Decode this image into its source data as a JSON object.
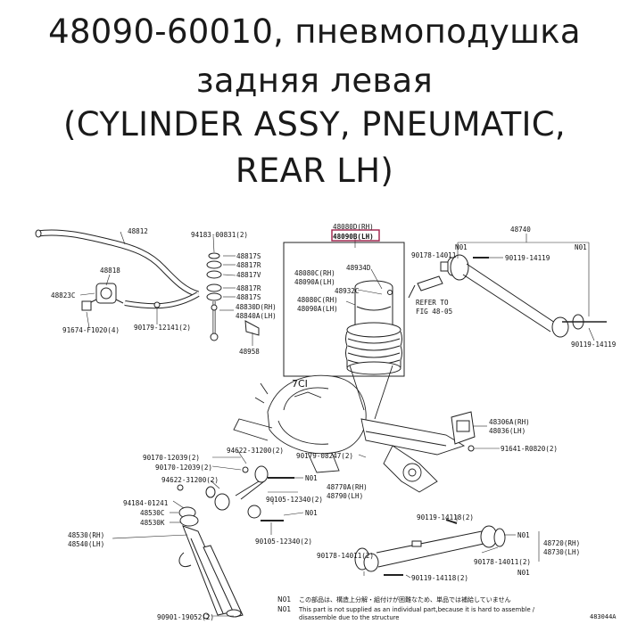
{
  "title": {
    "line1": "48090-60010, пневмоподушка",
    "line2": "задняя левая",
    "line3": "(CYLINDER ASSY, PNEUMATIC,",
    "line4": "REAR LH)"
  },
  "accent_color": "#a0204a",
  "labels": {
    "p48812": "48812",
    "p94183": "94183-00831(2)",
    "p48817S": "48817S",
    "p48817R": "48817R",
    "p48817V": "48817V",
    "p48817R2": "48817R",
    "p48817S2": "48817S",
    "p48830D": "48830D(RH)",
    "p48840A": "48840A(LH)",
    "p48958": "48958",
    "p48818": "48818",
    "p48823C": "48823C",
    "p91674": "91674-F1020(4)",
    "p90179a": "90179-12141(2)",
    "p48080D": "48080D(RH)",
    "p48090B": "48090B(LH)",
    "p48934D": "48934D",
    "p48080Ca": "48080C(RH)",
    "p48090Aa": "48090A(LH)",
    "p48932C": "48932C",
    "p48080Cb": "48080C(RH)",
    "p48090Ab": "48090A(LH)",
    "p48740": "48740",
    "pN01a": "N01",
    "pN01b": "N01",
    "p90178a": "90178-14011",
    "p90119a": "90119-14119",
    "pRefer1": "REFER TO",
    "pRefer2": "FIG 48-05",
    "p90119b": "90119-14119",
    "p48306A": "48306A(RH)",
    "p48036": "48036(LH)",
    "p91641": "91641-R0820(2)",
    "p90179b": "90179-08247(2)",
    "p94622a": "94622-31200(2)",
    "p90170a": "90170-12039(2)",
    "p90170b": "90170-12039(2)",
    "p94622b": "94622-31200(2)",
    "pN01c": "N01",
    "p48770A": "48770A(RH)",
    "p48790": "48790(LH)",
    "p90105a": "90105-12340(2)",
    "pN01d": "N01",
    "p94184": "94184-01241",
    "p48530C": "48530C",
    "p48530K": "48530K",
    "p48530": "48530(RH)",
    "p48540": "48540(LH)",
    "p90105b": "90105-12340(2)",
    "p90119c": "90119-14118(2)",
    "pN01e": "N01",
    "p48720": "48720(RH)",
    "p48730": "48730(LH)",
    "p90178b": "90178-14011(2)",
    "p90178c": "90178-14011(2)",
    "p90119d": "90119-14118(2)",
    "pN01f": "N01",
    "p90901": "90901-19052(2)",
    "pCode": "483044A",
    "pCast": "7CI",
    "note_code1": "N01",
    "note_code2": "N01",
    "note_jp": "この部品は、構造上分解・組付けが困難なため、単品では補給していません",
    "note_en1": "This part is not supplied as an individual part,because it is hard to assemble /",
    "note_en2": "disassemble due to the structure"
  }
}
